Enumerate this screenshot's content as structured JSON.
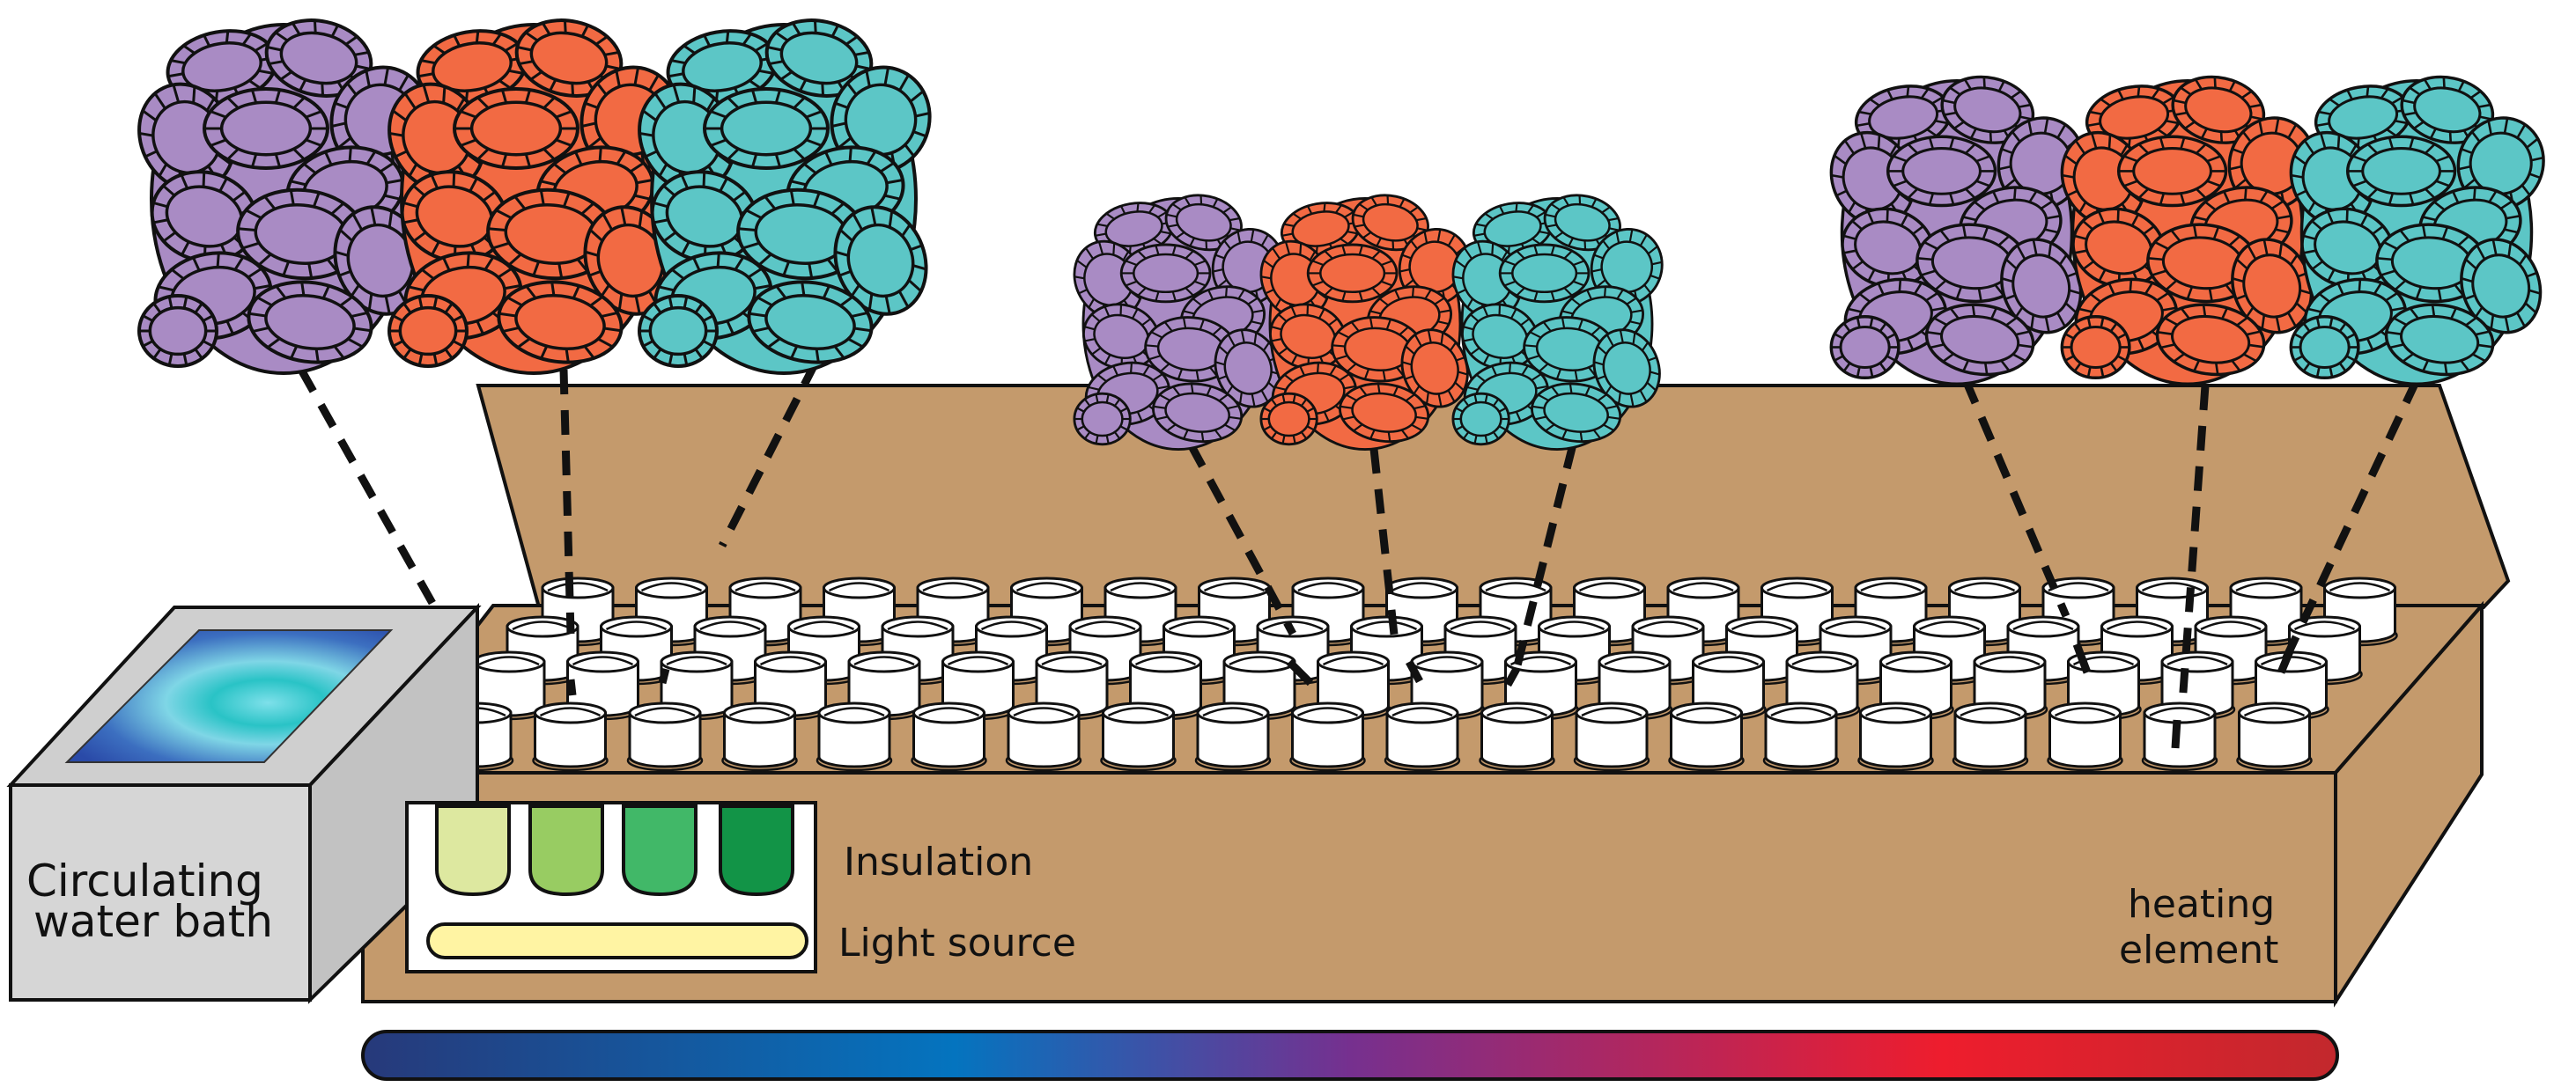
{
  "labels": {
    "water_bath_line1": "Circulating",
    "water_bath_line2": "water bath",
    "insulation": "Insulation",
    "light_source": "Light source",
    "heating_line1": "heating",
    "heating_line2": "element"
  },
  "colors": {
    "box_fill": "#c49a6c",
    "outline": "#111111",
    "bath_body": "#d4d4d4",
    "coral_purple": "#a98bc4",
    "coral_orange": "#f26a43",
    "coral_teal": "#5cc6c6",
    "tube_green_1": "#dde8a0",
    "tube_green_2": "#98cc62",
    "tube_green_3": "#41b868",
    "tube_green_4": "#129447",
    "light_bar": "#fff4a3",
    "gradient_stops": [
      "#27397a",
      "#0474bf",
      "#76308f",
      "#ee1d2d",
      "#c2282d"
    ]
  },
  "coral_groups": [
    "left-large",
    "center-small",
    "right-medium"
  ],
  "coral_colors": [
    "purple",
    "orange",
    "teal"
  ],
  "tubes": 4
}
